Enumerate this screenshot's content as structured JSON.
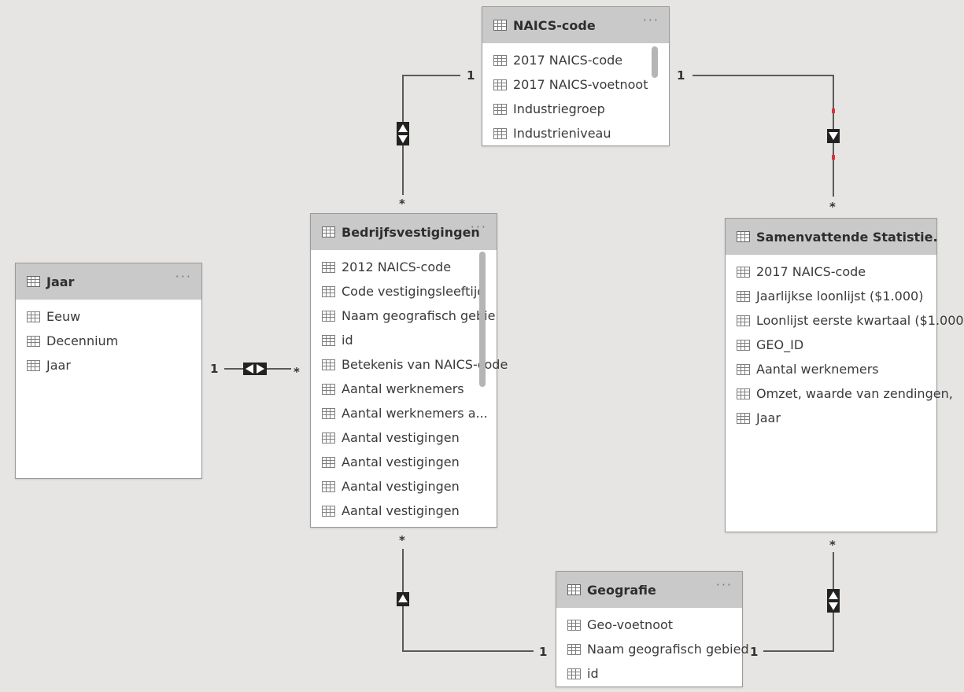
{
  "tables": {
    "naics": {
      "title": "NAICS-code",
      "fields": [
        "2017 NAICS-code",
        "2017 NAICS-voetnoot",
        "Industriegroep",
        "Industrieniveau"
      ]
    },
    "bedrijf": {
      "title": "Bedrijfsvestigingen",
      "fields": [
        "2012 NAICS-code",
        "Code vestigingsleeftijd",
        "Naam geografisch gebie",
        "id",
        "Betekenis van NAICS-code",
        "Aantal werknemers",
        "Aantal werknemers a...",
        "Aantal vestigingen",
        "Aantal vestigingen",
        "Aantal vestigingen",
        "Aantal vestigingen"
      ]
    },
    "jaar": {
      "title": "Jaar",
      "fields": [
        "Eeuw",
        "Decennium",
        "Jaar"
      ]
    },
    "samen": {
      "title": "Samenvattende Statistie.",
      "fields": [
        "2017 NAICS-code",
        "Jaarlijkse loonlijst ($1.000)",
        "Loonlijst eerste kwartaal ($1.000",
        "GEO_ID",
        "Aantal werknemers",
        "Omzet, waarde van zendingen,",
        "Jaar"
      ]
    },
    "geo": {
      "title": "Geografie",
      "fields": [
        "Geo-voetnoot",
        "Naam geografisch gebied",
        "id"
      ]
    }
  },
  "more_glyph": "···",
  "relationships": {
    "one": "1",
    "many": "*"
  },
  "colors": {
    "canvas": "#e7e5e3",
    "header": "#c9c9c9",
    "line": "#5a5a5a",
    "marker": "#222222",
    "accent": "#e0303a"
  }
}
